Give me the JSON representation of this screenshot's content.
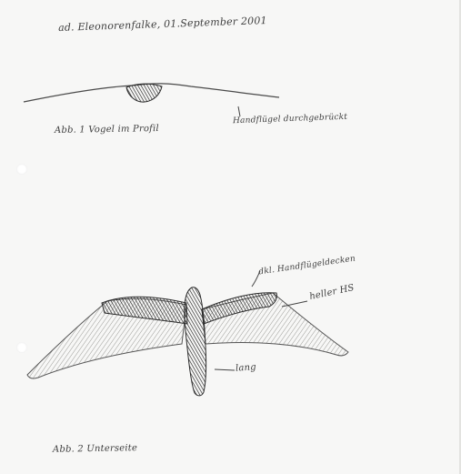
{
  "header": {
    "title": "ad. Eleonorenfalke, 01.September 2001"
  },
  "figure1": {
    "caption": "Abb. 1 Vogel im Profil",
    "note": "Handflügel durchgebrückt"
  },
  "figure2": {
    "labels": {
      "dark_wing_feathers": "dkl. Handflügeldecken",
      "light_hs": "heller HS",
      "long": "lang"
    },
    "caption": "Abb. 2 Unterseite"
  },
  "colors": {
    "paper": "#f7f7f6",
    "pencil": "#3e3e3e",
    "dark_coverts": "#3a3a3a",
    "light_underwing": "#cfcfcc"
  }
}
